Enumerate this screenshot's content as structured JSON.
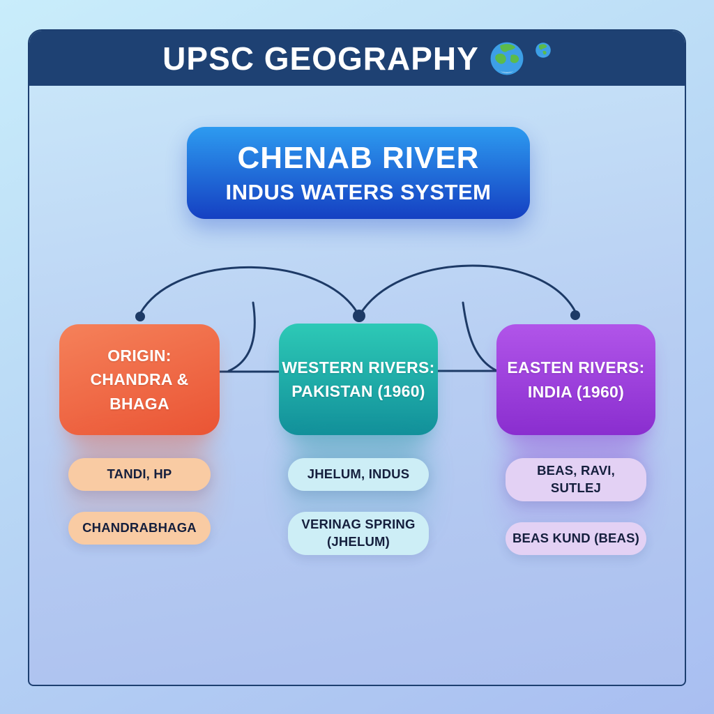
{
  "header": {
    "title": "UPSC GEOGRAPHY"
  },
  "title_card": {
    "title": "CHENAB RIVER",
    "subtitle": "INDUS WATERS SYSTEM"
  },
  "columns": [
    {
      "id": "origin",
      "heading_line1": "ORIGIN:",
      "heading_line2": "CHANDRA & BHAGA",
      "pills": [
        "TANDI, HP",
        "CHANDRABHAGA"
      ]
    },
    {
      "id": "western-rivers",
      "heading_line1": "WESTERN RIVERS:",
      "heading_line2": "PAKISTAN (1960)",
      "pills": [
        "JHELUM, INDUS",
        "VERINAG SPRING (JHELUM)"
      ]
    },
    {
      "id": "eastern-rivers",
      "heading_line1": "EASTEN RIVERS:",
      "heading_line2": "INDIA (1960)",
      "pills": [
        "BEAS, RAVI, SUTLEJ",
        "BEAS KUND (BEAS)"
      ]
    }
  ],
  "icons": {
    "large_globe": "globe-europe-africa-icon",
    "small_globe": "globe-americas-icon"
  },
  "colors": {
    "page_background_top": "#c9edfb",
    "page_background_bottom": "#a9bef1",
    "header_bg": "#1e4173",
    "card_border": "#1d3f70",
    "title_gradient_top": "#2d9bf0",
    "title_gradient_bottom": "#1540c2",
    "origin_gradient_top": "#f5815a",
    "origin_gradient_bottom": "#ea5434",
    "western_gradient_top": "#2dc9b6",
    "western_gradient_bottom": "#12909a",
    "eastern_gradient_top": "#b155e9",
    "eastern_gradient_bottom": "#8a2ecf",
    "origin_pill_bg": "#f9cba3",
    "western_pill_bg": "#cdeef6",
    "eastern_pill_bg": "#e3d1f4",
    "pill_text": "#151f3d",
    "connector": "#1d3a66",
    "heading_text": "#ffffff"
  }
}
